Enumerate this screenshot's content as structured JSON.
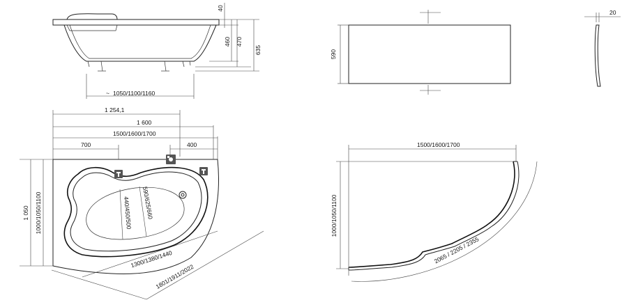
{
  "labels": {
    "side_40": "40",
    "side_460": "460",
    "side_470": "470",
    "side_635": "635",
    "side_length": "1050/1100/1160",
    "panel_height": "590",
    "panel_thickness": "20",
    "top_1254": "1 254,1",
    "top_1600": "1 600",
    "top_lengths": "1500/1600/1700",
    "top_700": "700",
    "top_400": "400",
    "top_1050": "1 050",
    "top_widths": "1000/1050/1100",
    "basin_depths": "590/625/660",
    "basin_widths": "440/450/500",
    "basin_lengths": "1300/1380/1440",
    "diagonal": "1801/1911/2022",
    "panel2_length": "1500/1600/1700",
    "panel2_height": "1000/1050/1100",
    "panel2_arc": "2065 / 2205 / 2355"
  }
}
